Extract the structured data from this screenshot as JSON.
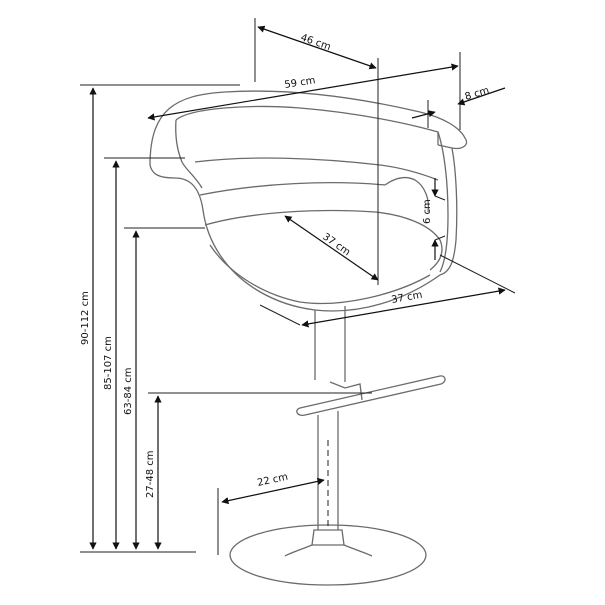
{
  "diagram": {
    "labels": {
      "depth_top": "46 cm",
      "width_top": "59 cm",
      "armrest_width": "8 cm",
      "armrest_height": "6 cm",
      "seat_depth": "37 cm",
      "seat_width": "37 cm",
      "base_radius": "22 cm",
      "total_height": "90-112 cm",
      "backrest_height": "85-107 cm",
      "seat_height": "63-84 cm",
      "footrest_height": "27-48 cm"
    }
  }
}
